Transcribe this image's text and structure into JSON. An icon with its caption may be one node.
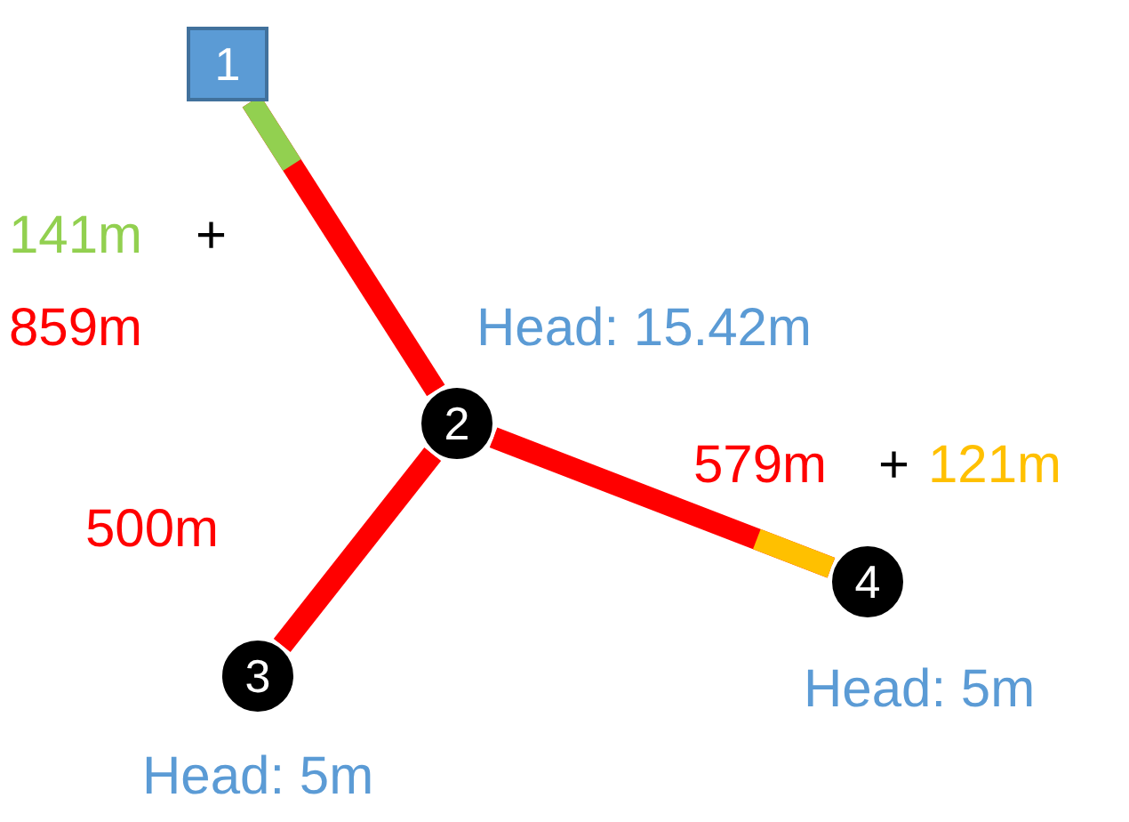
{
  "diagram": {
    "nodes": [
      {
        "text": [
          "1"
        ]
      },
      {
        "text": [
          "2"
        ],
        "beside": [
          "Head: 15.42m"
        ]
      },
      {
        "text": [
          "3"
        ],
        "beside": [
          "Head: 5m"
        ]
      },
      {
        "text": [
          "4"
        ],
        "beside": [
          "Head: 5m"
        ]
      }
    ],
    "edges": [
      {
        "from": 0,
        "to": 1,
        "arrow": "none"
      },
      {
        "from": 1,
        "to": 2,
        "arrow": "none",
        "label": "500m"
      },
      {
        "from": 1,
        "to": 3,
        "arrow": "none"
      }
    ],
    "labels": [
      "141m",
      "+",
      "859m",
      "579m",
      "+",
      "121m"
    ]
  }
}
